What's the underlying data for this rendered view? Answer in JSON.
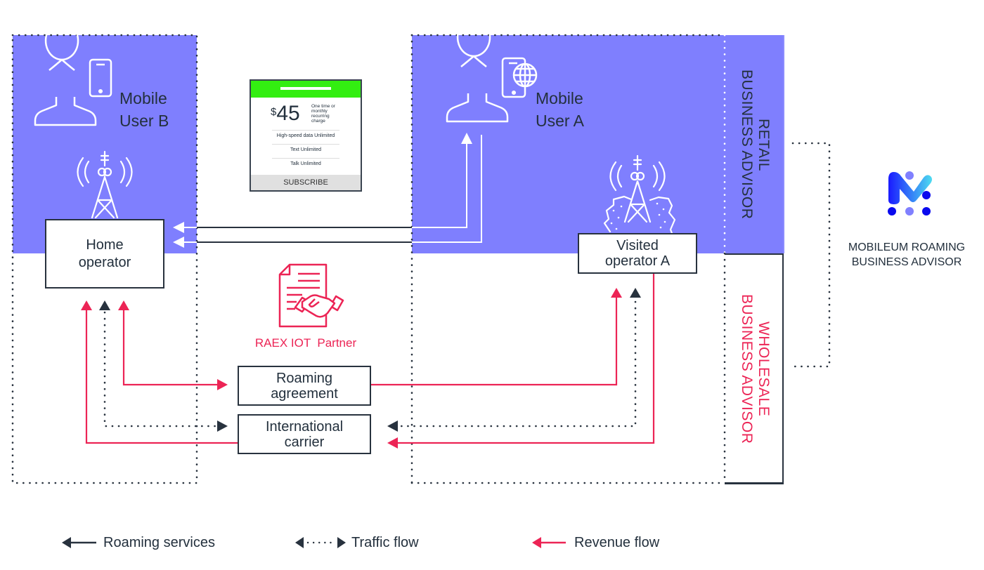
{
  "colors": {
    "purple": "#7f7ffe",
    "dark": "#28323e",
    "red": "#ec2455",
    "green": "#33ee11",
    "white": "#ffffff"
  },
  "left_region": {
    "user_label_line1": "Mobile",
    "user_label_line2": "User B",
    "user_icon": "person-icon",
    "device_icon": "smartphone-icon",
    "tower_icon": "cell-tower-icon",
    "operator_box": {
      "line1": "Home",
      "line2": "operator"
    }
  },
  "price_card": {
    "currency": "$",
    "amount": "45",
    "note_lines": [
      "One time or",
      "monthly",
      "recurring",
      "charge"
    ],
    "features": [
      "High-speed data Unlimited",
      "Text Unlimited",
      "Talk Unlimited"
    ],
    "button": "SUBSCRIBE"
  },
  "right_region": {
    "user_label_line1": "Mobile",
    "user_label_line2": "User A",
    "user_icon": "person-icon",
    "device_icon": "smartphone-globe-icon",
    "tower_icon": "cell-tower-map-icon",
    "operator_box": {
      "line1": "Visited",
      "line2": "operator A"
    }
  },
  "partner": {
    "icon": "contract-handshake-icon",
    "label": "RAEX IOT  Partner"
  },
  "middle_boxes": {
    "roaming_agreement": {
      "line1": "Roaming",
      "line2": "agreement"
    },
    "international_carrier": {
      "line1": "International",
      "line2": "carrier"
    }
  },
  "advisors": {
    "retail": {
      "line1": "RETAIL",
      "line2": "BUSINESS ADVISOR"
    },
    "wholesale": {
      "line1": "WHOLESALE",
      "line2": "BUSINESS ADVISOR"
    }
  },
  "brand": {
    "logo_icon": "mobileum-logo-icon",
    "line1": "MOBILEUM ROAMING",
    "line2": "BUSINESS ADVISOR"
  },
  "legend": [
    {
      "label": "Roaming services",
      "icon": "solid-dark-arrow-icon"
    },
    {
      "label": "Traffic flow",
      "icon": "dotted-double-arrow-icon"
    },
    {
      "label": "Revenue flow",
      "icon": "solid-red-arrow-icon"
    }
  ]
}
